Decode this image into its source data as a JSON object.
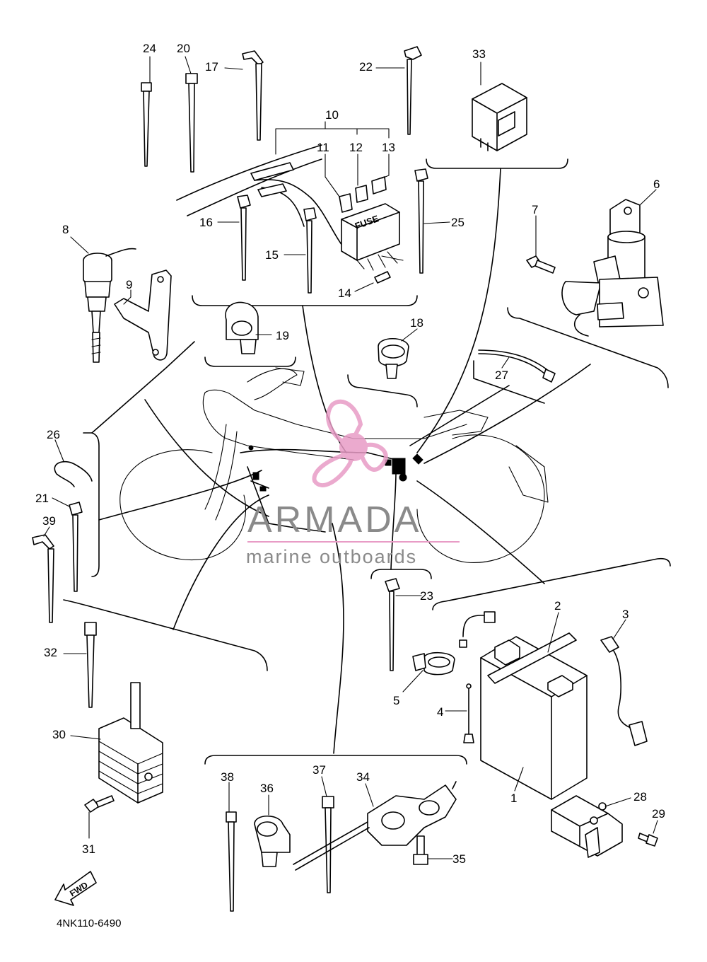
{
  "diagram": {
    "code": "4NK110-6490",
    "callouts": [
      "1",
      "2",
      "3",
      "4",
      "5",
      "6",
      "7",
      "8",
      "9",
      "10",
      "11",
      "12",
      "13",
      "14",
      "15",
      "16",
      "17",
      "18",
      "19",
      "20",
      "21",
      "22",
      "23",
      "24",
      "25",
      "26",
      "27",
      "28",
      "29",
      "30",
      "31",
      "32",
      "33",
      "34",
      "35",
      "36",
      "37",
      "38",
      "39"
    ],
    "fuse_text": "FUSE",
    "fwd_text": "FWD"
  },
  "watermark": {
    "title": "ARMADA",
    "subtitle": "marine outboards",
    "color": "#e89cc6"
  }
}
